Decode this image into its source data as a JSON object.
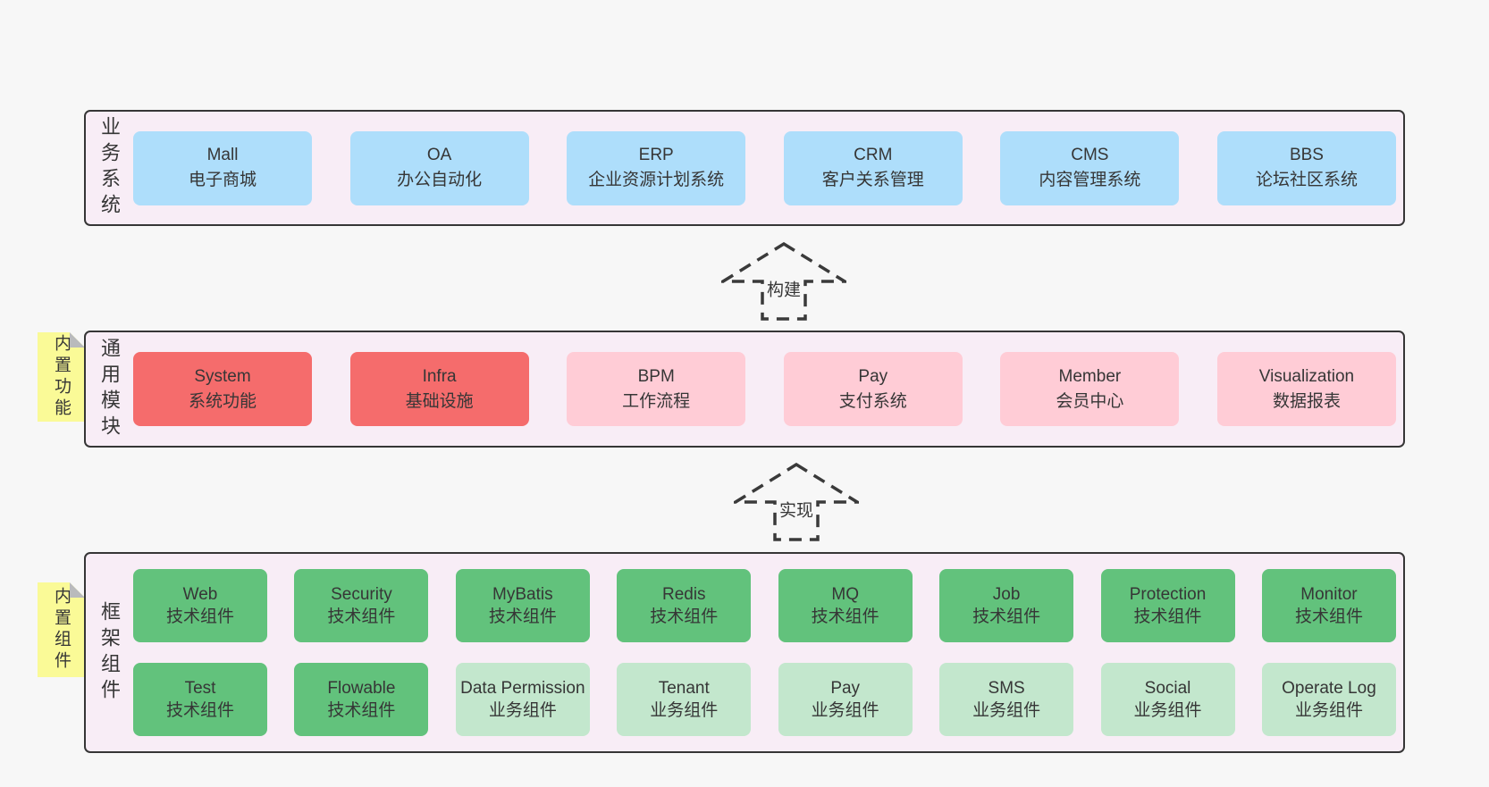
{
  "palette": {
    "page_bg": "#f7f7f7",
    "band_bg": "#f8edf6",
    "band_border": "#363636",
    "blue_box": "#aedefb",
    "red_box": "#f56c6c",
    "pink_box": "#ffccd6",
    "green_box": "#62c27c",
    "light_green_box": "#c3e7cd",
    "sticky_bg": "#fafa97",
    "sticky_fold": "#b9babc",
    "text": "#363636"
  },
  "arrows": {
    "build": "构建",
    "implement": "实现"
  },
  "bands": {
    "business": {
      "label": "业务系统",
      "boxes": [
        {
          "title": "Mall",
          "subtitle": "电子商城"
        },
        {
          "title": "OA",
          "subtitle": "办公自动化"
        },
        {
          "title": "ERP",
          "subtitle": "企业资源计划系统"
        },
        {
          "title": "CRM",
          "subtitle": "客户关系管理"
        },
        {
          "title": "CMS",
          "subtitle": "内容管理系统"
        },
        {
          "title": "BBS",
          "subtitle": "论坛社区系统"
        }
      ]
    },
    "modules": {
      "label": "通用模块",
      "sticky": "内置功能",
      "boxes": [
        {
          "title": "System",
          "subtitle": "系统功能"
        },
        {
          "title": "Infra",
          "subtitle": "基础设施"
        },
        {
          "title": "BPM",
          "subtitle": "工作流程"
        },
        {
          "title": "Pay",
          "subtitle": "支付系统"
        },
        {
          "title": "Member",
          "subtitle": "会员中心"
        },
        {
          "title": "Visualization",
          "subtitle": "数据报表"
        }
      ]
    },
    "framework": {
      "label": "框架组件",
      "sticky": "内置组件",
      "rows": [
        [
          {
            "title": "Web",
            "subtitle": "技术组件"
          },
          {
            "title": "Security",
            "subtitle": "技术组件"
          },
          {
            "title": "MyBatis",
            "subtitle": "技术组件"
          },
          {
            "title": "Redis",
            "subtitle": "技术组件"
          },
          {
            "title": "MQ",
            "subtitle": "技术组件"
          },
          {
            "title": "Job",
            "subtitle": "技术组件"
          },
          {
            "title": "Protection",
            "subtitle": "技术组件"
          },
          {
            "title": "Monitor",
            "subtitle": "技术组件"
          }
        ],
        [
          {
            "title": "Test",
            "subtitle": "技术组件"
          },
          {
            "title": "Flowable",
            "subtitle": "技术组件"
          },
          {
            "title": "Data Permission",
            "subtitle": "业务组件"
          },
          {
            "title": "Tenant",
            "subtitle": "业务组件"
          },
          {
            "title": "Pay",
            "subtitle": "业务组件"
          },
          {
            "title": "SMS",
            "subtitle": "业务组件"
          },
          {
            "title": "Social",
            "subtitle": "业务组件"
          },
          {
            "title": "Operate Log",
            "subtitle": "业务组件"
          }
        ]
      ]
    }
  }
}
